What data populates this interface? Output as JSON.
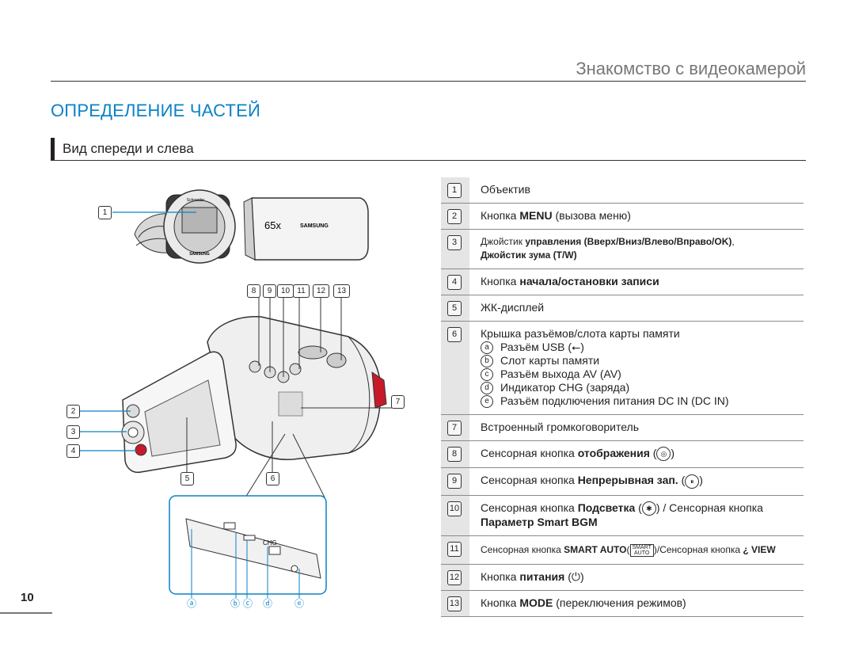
{
  "header": {
    "section_title": "Знакомство с видеокамерой"
  },
  "page_title": "ОПРЕДЕЛЕНИЕ ЧАСТЕЙ",
  "subsection_title": "Вид спереди и слева",
  "page_number": "10",
  "camera_text": {
    "zoom": "65x",
    "brand": "SAMSUNG",
    "lens_brand": "Schneider",
    "chg": "CHG"
  },
  "callouts": [
    "1",
    "2",
    "3",
    "4",
    "5",
    "6",
    "7",
    "8",
    "9",
    "10",
    "11",
    "12",
    "13"
  ],
  "port_labels": [
    "ⓐ",
    "ⓑ",
    "ⓒ",
    "ⓓ",
    "ⓔ"
  ],
  "parts": [
    {
      "num": "1",
      "text": "Объектив"
    },
    {
      "num": "2",
      "pre": "Кнопка ",
      "bold": "MENU",
      "post": " (вызова меню)"
    },
    {
      "num": "3",
      "pre": "Джойстик ",
      "bold": "управления (Вверх/Вниз/Влево/Вправо/OK)",
      "post": ",",
      "line2": "Джойстик зума (T/W)"
    },
    {
      "num": "4",
      "pre": "Кнопка ",
      "bold": "начала/остановки записи"
    },
    {
      "num": "5",
      "text": "ЖК-дисплей"
    },
    {
      "num": "6",
      "text": "Крышка разъёмов/слота карты памяти",
      "sub": [
        {
          "letter": "a",
          "text": "Разъём USB (",
          "icon": "⭠",
          "after": ")"
        },
        {
          "letter": "b",
          "text": "Слот карты памяти"
        },
        {
          "letter": "c",
          "text": "Разъём выхода AV (AV)"
        },
        {
          "letter": "d",
          "text": "Индикатор CHG (заряда)"
        },
        {
          "letter": "e",
          "text": "Разъём подключения питания DC IN (DC IN)"
        }
      ]
    },
    {
      "num": "7",
      "text": "Встроенный громкоговоритель"
    },
    {
      "num": "8",
      "pre": "Сенсорная кнопка ",
      "bold": "отображения",
      "post_open": " (",
      "icon": "◎",
      "post": ")"
    },
    {
      "num": "9",
      "pre": "Сенсорная кнопка ",
      "bold": "Непрерывная зап.",
      "post_open": " (",
      "icon": "⏸",
      "post": ")"
    },
    {
      "num": "10",
      "pre": "Сенсорная кнопка ",
      "bold": "Подсветка",
      "post_open": " (",
      "icon": "✱",
      "post": ") / Сенсорная кнопка",
      "line2": "Параметр Smart BGM"
    },
    {
      "num": "11",
      "pre": "Сенсорная кнопка ",
      "bold": "SMART AUTO",
      "post_open": "(",
      "icon_top": "SMART",
      "icon_bottom": "AUTO",
      "post": ")/Сенсорная кнопка ",
      "bold2": "¿ VIEW"
    },
    {
      "num": "12",
      "pre": "Кнопка ",
      "bold": "питания",
      "post_open": " (",
      "icon": "⏻",
      "post": ")"
    },
    {
      "num": "13",
      "pre": "Кнопка ",
      "bold": "MODE",
      "post": " (переключения режимов)"
    }
  ]
}
